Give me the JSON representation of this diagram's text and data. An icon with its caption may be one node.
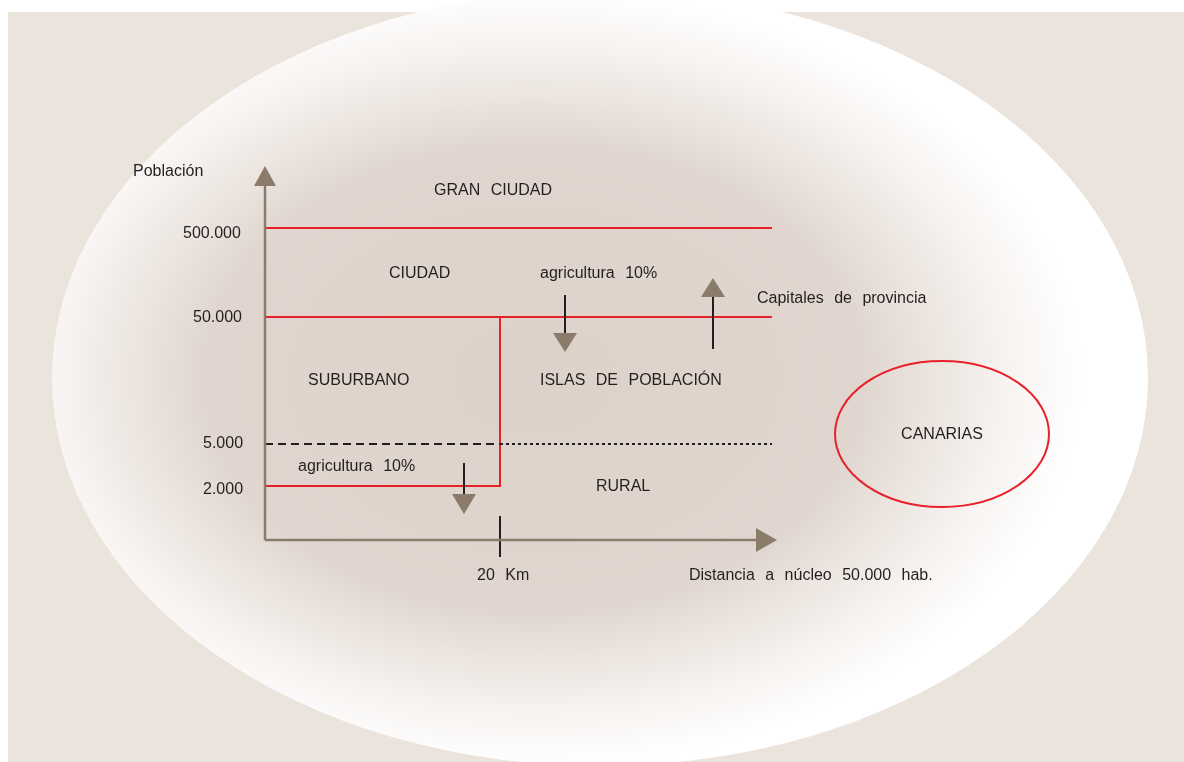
{
  "diagram": {
    "nodes": [
      {
        "text": [
          "CANARIAS"
        ]
      }
    ],
    "labels": [
      "Población",
      "GRAN CIUDAD",
      "500.000",
      "CIUDAD",
      "agricultura 10%",
      "Capitales de provincia",
      "50.000",
      "SUBURBANO",
      "ISLAS DE POBLACIÓN",
      "5.000",
      "agricultura 10%",
      "2.000",
      "RURAL",
      "20 Km",
      "Distancia a núcleo 50.000 hab."
    ]
  }
}
